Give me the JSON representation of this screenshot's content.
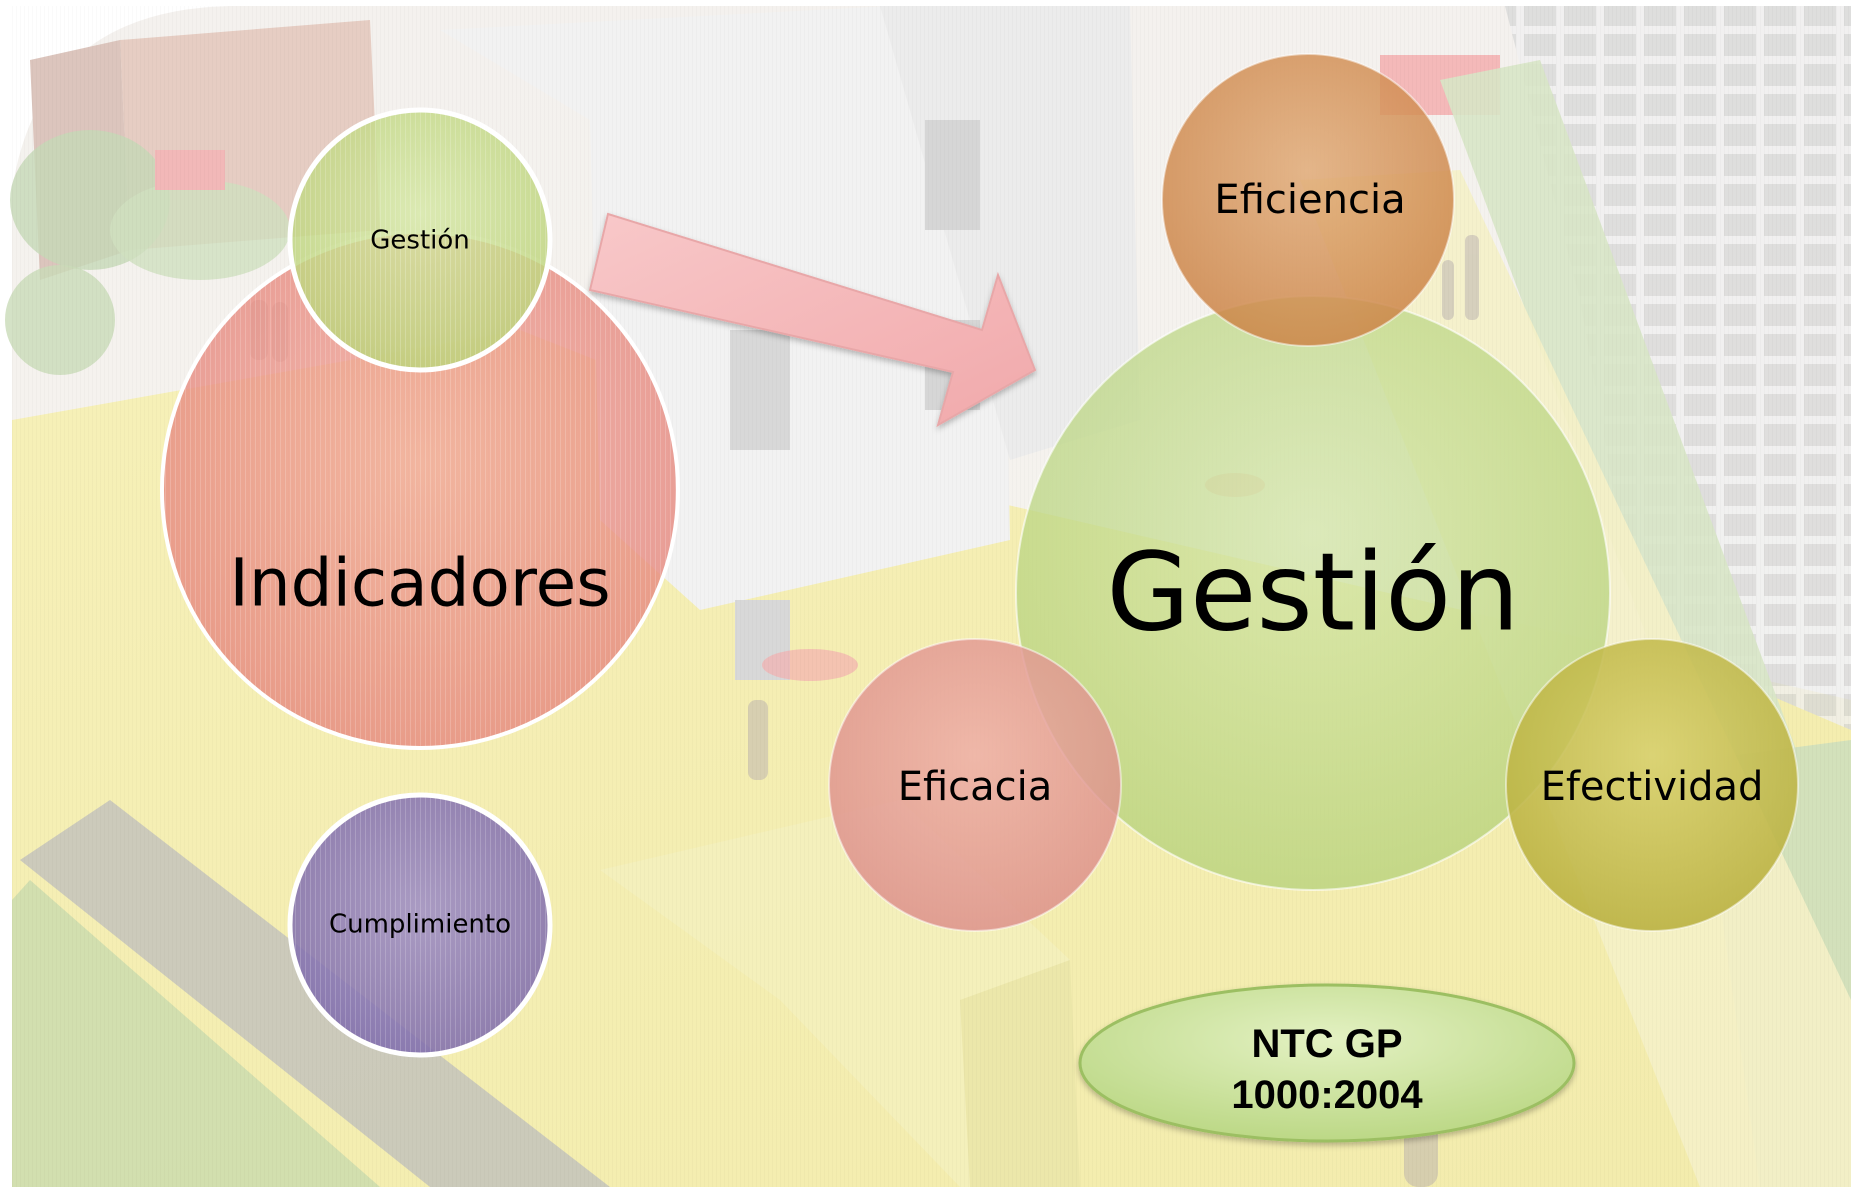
{
  "diagram": {
    "left_group": {
      "main": "Indicadores",
      "top": "Gestión",
      "bottom": "Cumplimiento"
    },
    "right_group": {
      "main": "Gestión",
      "top": "Eficiencia",
      "left": "Eficacia",
      "right": "Efectividad"
    },
    "standard": {
      "line1": "NTC GP",
      "line2": "1000:2004"
    },
    "colors": {
      "indicadores": "#e8948a",
      "gestion_small": "#c9df8f",
      "cumplimiento": "#8a78b8",
      "gestion_big": "#c4dd8c",
      "eficiencia": "#d6975c",
      "eficacia": "#e59a96",
      "efectividad": "#c8bf52",
      "arrow": "#f6b9bb",
      "standard_oval": "#cfe6a0"
    }
  }
}
